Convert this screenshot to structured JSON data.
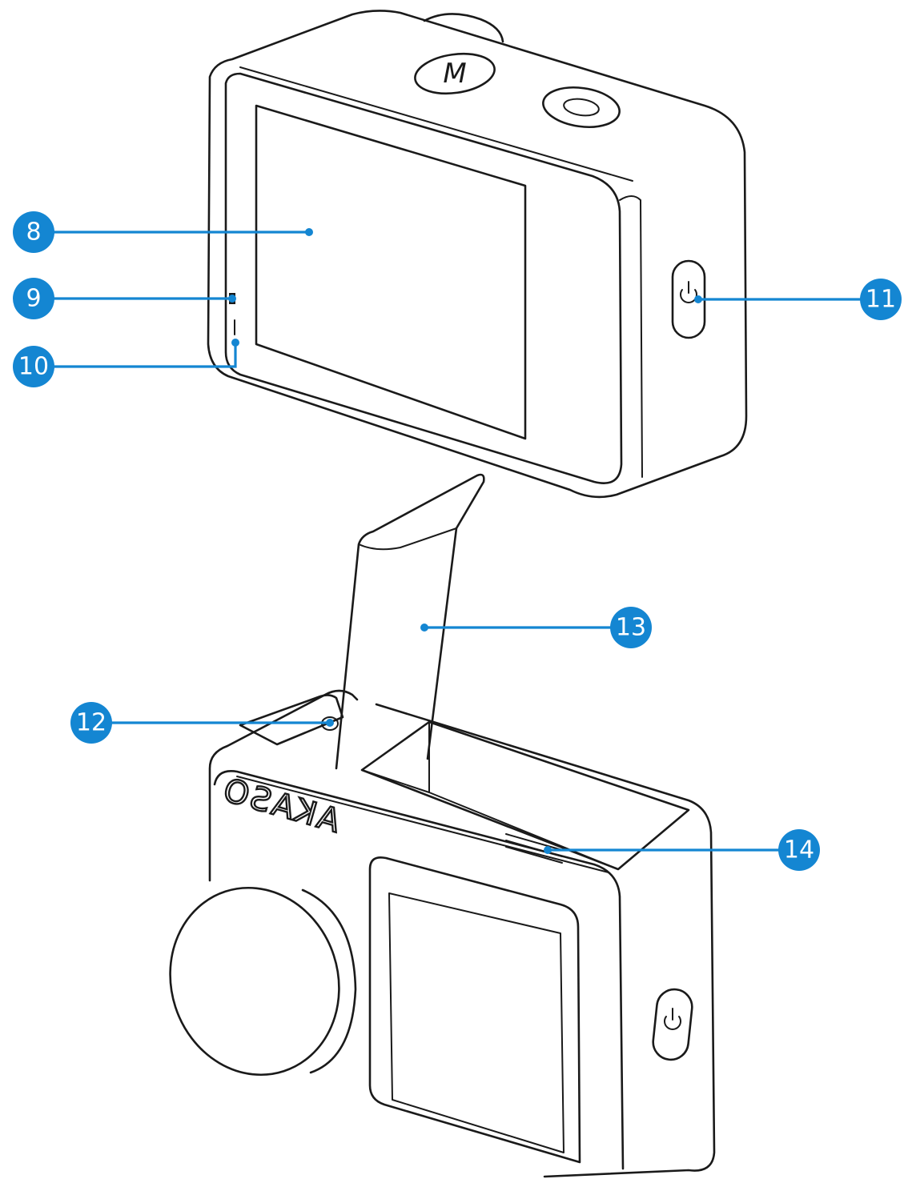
{
  "callouts": [
    {
      "id": "8",
      "label": "8"
    },
    {
      "id": "9",
      "label": "9"
    },
    {
      "id": "10",
      "label": "10"
    },
    {
      "id": "11",
      "label": "11"
    },
    {
      "id": "12",
      "label": "12"
    },
    {
      "id": "13",
      "label": "13"
    },
    {
      "id": "14",
      "label": "14"
    }
  ],
  "camera": {
    "brand_text": "AKASO",
    "mode_button_glyph": "M"
  },
  "colors": {
    "callout_blue": "#1486d2",
    "line_art": "#1a1a1a",
    "background": "#ffffff"
  },
  "icons": {
    "power_button": "power-icon",
    "mode_button": "mode-m-icon",
    "shutter_button": "shutter-button-icon"
  }
}
